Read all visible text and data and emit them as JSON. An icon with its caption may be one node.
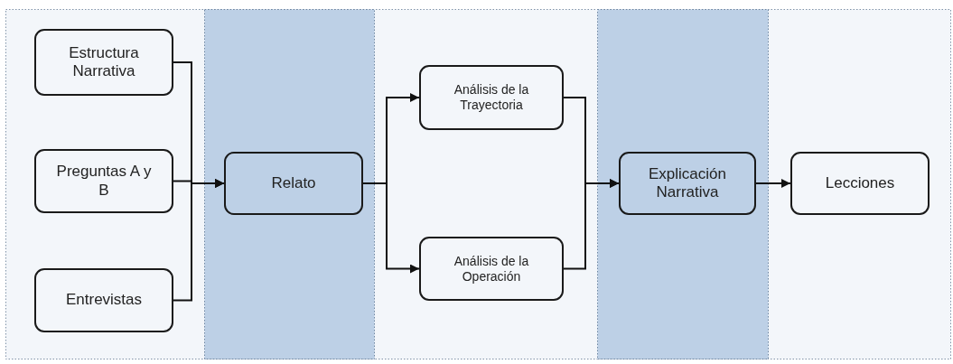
{
  "diagram": {
    "nodes": [
      {
        "text": [
          "Estructura Narrativa"
        ]
      },
      {
        "text": [
          "Preguntas A y B"
        ]
      },
      {
        "text": [
          "Entrevistas"
        ]
      },
      {
        "text": [
          "Relato"
        ]
      },
      {
        "text": [
          "Análisis de la Trayectoria"
        ]
      },
      {
        "text": [
          "Análisis de la Operación"
        ]
      },
      {
        "text": [
          "Explicación Narrativa"
        ]
      },
      {
        "text": [
          "Lecciones"
        ]
      }
    ],
    "edges": [
      {
        "from": 0,
        "to": 3,
        "arrow": "to"
      },
      {
        "from": 1,
        "to": 3,
        "arrow": "to"
      },
      {
        "from": 2,
        "to": 3,
        "arrow": "to"
      },
      {
        "from": 3,
        "to": 4,
        "arrow": "to"
      },
      {
        "from": 3,
        "to": 5,
        "arrow": "to"
      },
      {
        "from": 4,
        "to": 6,
        "arrow": "to"
      },
      {
        "from": 5,
        "to": 6,
        "arrow": "to"
      },
      {
        "from": 6,
        "to": 7,
        "arrow": "to"
      }
    ]
  }
}
